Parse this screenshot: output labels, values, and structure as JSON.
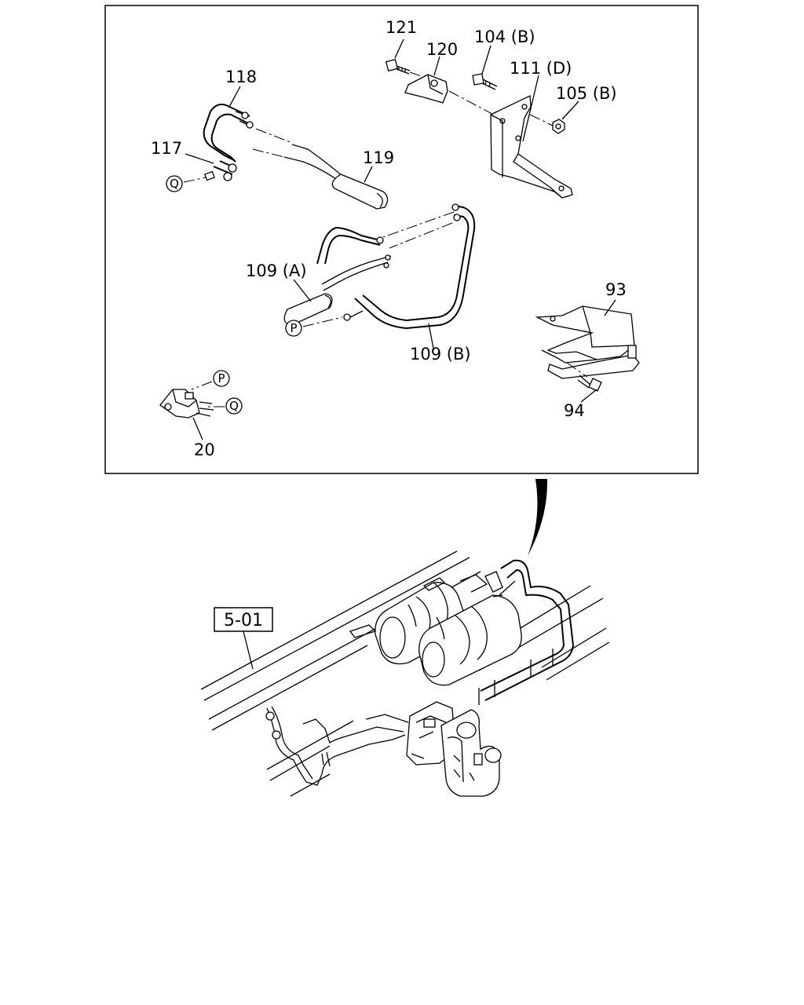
{
  "detail_box": {
    "labels": {
      "p121": "121",
      "p120": "120",
      "p104b": "104 (B)",
      "p111d": "111 (D)",
      "p105b": "105 (B)",
      "p118": "118",
      "p117": "117",
      "p119": "119",
      "p109a": "109 (A)",
      "p109b": "109 (B)",
      "p93": "93",
      "p94": "94",
      "p20": "20"
    },
    "connectors": {
      "q_left": "Q",
      "p_left": "P",
      "p_bottom": "P",
      "q_bottom": "Q"
    }
  },
  "overview": {
    "reference_label": "5-01"
  }
}
